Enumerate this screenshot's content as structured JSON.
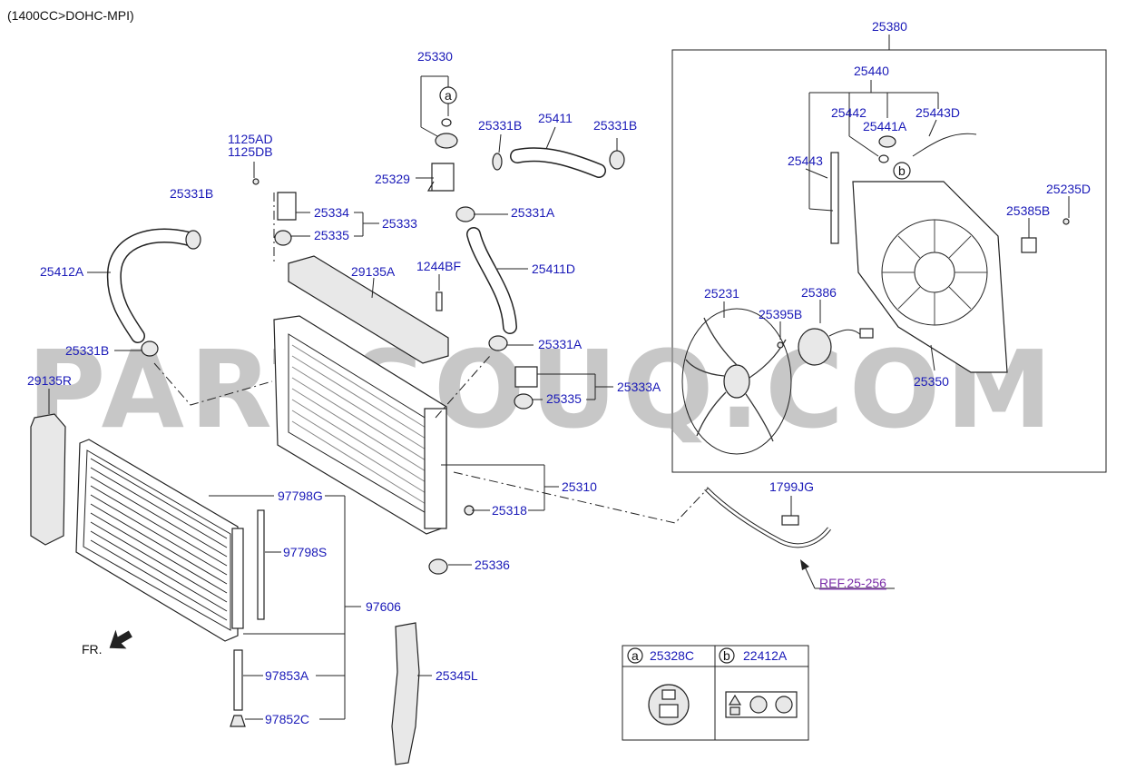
{
  "header": {
    "title": "(1400CC>DOHC-MPI)"
  },
  "watermark": "PARTSOUQ.COM",
  "labels": {
    "l25380": "25380",
    "l25330": "25330",
    "l25440": "25440",
    "l25442": "25442",
    "l25441A": "25441A",
    "l25443D": "25443D",
    "l25331B_a": "25331B",
    "l25411": "25411",
    "l25331B_b": "25331B",
    "l1125AD": "1125AD",
    "l1125DB": "1125DB",
    "l25329": "25329",
    "l25331B_c": "25331B",
    "l25443": "25443",
    "l25235D": "25235D",
    "l25334": "25334",
    "l25333": "25333",
    "l25331A_a": "25331A",
    "l25385B": "25385B",
    "l25335_a": "25335",
    "l25412A": "25412A",
    "l1244BF": "1244BF",
    "l25411D": "25411D",
    "l29135A": "29135A",
    "l25231": "25231",
    "l25386": "25386",
    "l25395B": "25395B",
    "l25331B_d": "25331B",
    "l25331A_b": "25331A",
    "l29135R": "29135R",
    "l25333A": "25333A",
    "l25335_b": "25335",
    "l25350": "25350",
    "l25310": "25310",
    "l1799JG": "1799JG",
    "l97798G": "97798G",
    "l25318": "25318",
    "l97798S": "97798S",
    "l25336": "25336",
    "lref": "REF.25-256",
    "l97606": "97606",
    "lfr": "FR.",
    "l25345L": "25345L",
    "l97853A": "97853A",
    "l97852C": "97852C"
  },
  "markers": {
    "a": "a",
    "b": "b"
  },
  "legend": {
    "cell_a": {
      "marker": "a",
      "part": "25328C"
    },
    "cell_b": {
      "marker": "b",
      "part": "22412A"
    }
  },
  "colors": {
    "label": "#1a1ab8",
    "ref": "#7a2ca8",
    "watermark": "#9a9a9a"
  }
}
